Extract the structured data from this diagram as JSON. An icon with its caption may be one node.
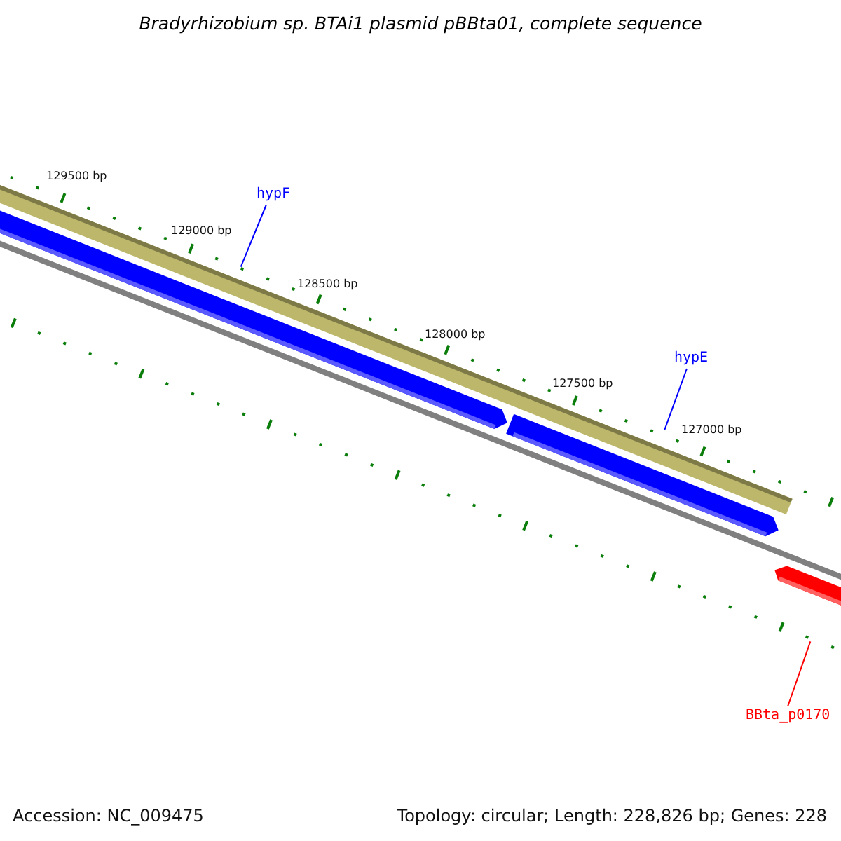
{
  "diagram": {
    "title": "Bradyrhizobium sp. BTAi1 plasmid pBBta01, complete sequence",
    "nodes": [
      {
        "text": [
          "hypF"
        ]
      },
      {
        "text": [],
        "shape": "bar"
      },
      {
        "text": [
          "hypE"
        ]
      },
      {
        "text": [],
        "shape": "bar"
      },
      {
        "text": [
          "BBta_p0170"
        ]
      },
      {
        "text": [],
        "shape": "bar"
      }
    ],
    "edges": [
      {
        "from": 0,
        "to": 1,
        "arrow": "none"
      },
      {
        "from": 2,
        "to": 3,
        "arrow": "none"
      },
      {
        "from": 4,
        "to": 5,
        "arrow": "none",
        "color": "#ff0000"
      }
    ],
    "labels": [
      "129500 bp",
      "129000 bp",
      "128500 bp",
      "128000 bp",
      "127500 bp",
      "127000 bp",
      "Accession: NC_009475",
      "Topology: circular; Length: 228,826 bp; Genes: 228"
    ]
  }
}
